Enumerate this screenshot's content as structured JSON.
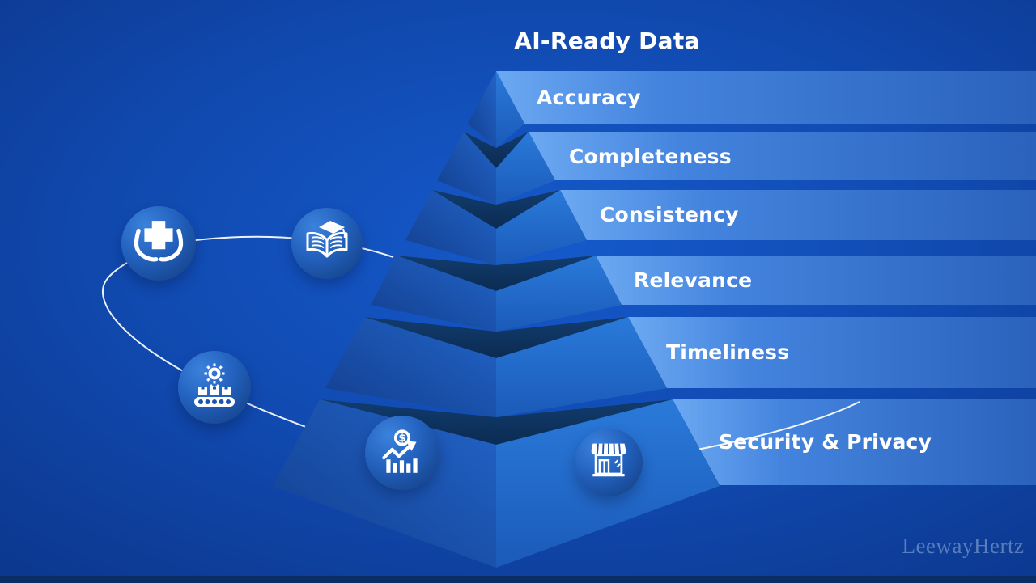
{
  "title": "AI-Ready Data",
  "watermark": "LeewayHertz",
  "pyramid": {
    "layers": [
      {
        "label": "Accuracy"
      },
      {
        "label": "Completeness"
      },
      {
        "label": "Consistency"
      },
      {
        "label": "Relevance"
      },
      {
        "label": "Timeliness"
      },
      {
        "label": "Security & Privacy"
      }
    ]
  },
  "icons": [
    {
      "name": "healthcare-hands-cross-icon"
    },
    {
      "name": "education-book-graduation-icon"
    },
    {
      "name": "manufacturing-conveyor-icon"
    },
    {
      "name": "finance-growth-chart-icon"
    },
    {
      "name": "retail-storefront-icon"
    }
  ],
  "colors": {
    "background_center": "#1559cb",
    "background_edge": "#0a307f",
    "band_light": "#6ca9f2",
    "band_dark": "#2a62bc",
    "pyramid_left_face": "#1a55b0",
    "pyramid_right_face": "#2273d4",
    "pyramid_rim": "#0d335f",
    "orbit_line": "#ffffff",
    "text": "#ffffff",
    "bottom_strip": "#0a2e63"
  }
}
